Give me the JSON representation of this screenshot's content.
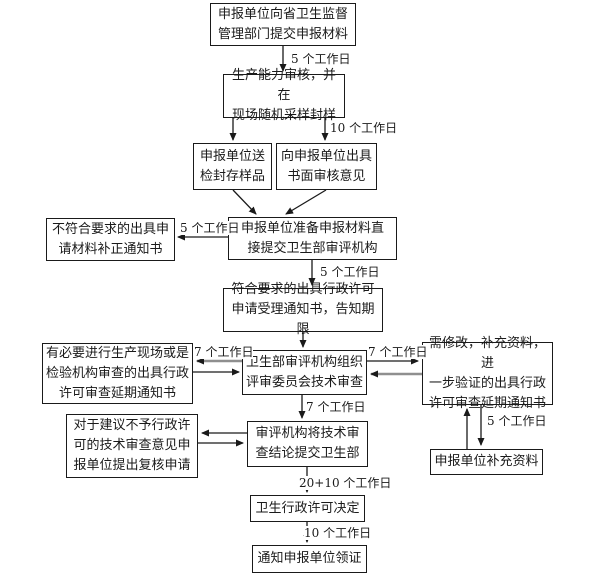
{
  "colors": {
    "ink": "#1a1a1a",
    "gray": "#8f8f8f",
    "bg": "#ffffff"
  },
  "boxes": {
    "submit_province": "申报单位向省卫生监督\n管理部门提交申报材料",
    "capacity_review": "生产能力审核，并在\n现场随机采样封样",
    "send_samples": "申报单位送\n检封存样品",
    "written_opinion": "向申报单位出具\n书面审核意见",
    "correction_notice": "不符合要求的出具申\n请材料补正通知书",
    "submit_moh": "申报单位准备申报材料直\n接提交卫生部审评机构",
    "acceptance_notice": "符合要求的出具行政许可\n申请受理通知书，告知期限",
    "onsite_delay_notice": "有必要进行生产现场或是\n检验机构审查的出具行政\n许可审查延期通知书",
    "technical_review": "卫生部审评机构组织\n评审委员会技术审查",
    "supplement_delay_notice": "需修改，补充资料，进\n一步验证的出具行政\n许可审查延期通知书",
    "recheck_application": "对于建议不予行政许\n可的技术审查意见申\n报单位提出复核申请",
    "submit_conclusion": "审评机构将技术审\n查结论提交卫生部",
    "supplement_materials": "申报单位补充资料",
    "license_decision": "卫生行政许可决定",
    "notify_certificate": "通知申报单位领证"
  },
  "labels": {
    "d5_1": "5 个工作日",
    "d10_1": "10 个工作日",
    "d5_2": "5 个工作日",
    "d5_3": "5 个工作日",
    "d7_left": "7 个工作日",
    "d7_right": "7 个工作日",
    "d7_down": "7 个工作日",
    "d5_right": "5 个工作日",
    "d20_10": "20+10 个工作日",
    "d10_2": "10 个工作日"
  }
}
